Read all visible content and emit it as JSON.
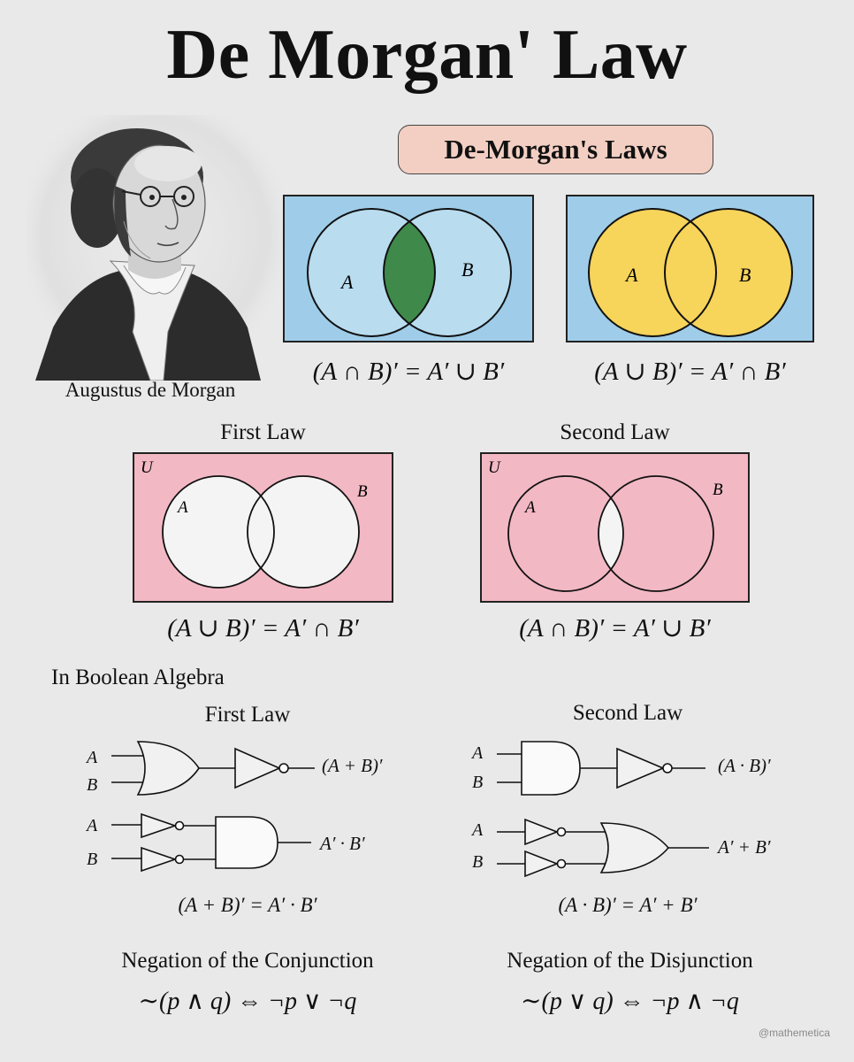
{
  "title": "De Morgan' Law",
  "laws_pill": "De-Morgan's Laws",
  "portrait": {
    "caption": "Augustus de Morgan"
  },
  "top_diagrams": [
    {
      "formula": "(A ∩ B)′ = A′ ∪ B′",
      "label_a": "A",
      "label_b": "B"
    },
    {
      "formula": "(A ∪ B)′ = A′ ∩ B′",
      "label_a": "A",
      "label_b": "B"
    }
  ],
  "set_laws": [
    {
      "heading": "First Law",
      "universe": "U",
      "label_a": "A",
      "label_b": "B",
      "formula": "(A ∪ B)′ = A′ ∩ B′"
    },
    {
      "heading": "Second Law",
      "universe": "U",
      "label_a": "A",
      "label_b": "B",
      "formula": "(A ∩ B)′ = A′ ∪ B′"
    }
  ],
  "boolean": {
    "section": "In Boolean Algebra",
    "first": {
      "heading": "First Law",
      "in_a": "A",
      "in_b": "B",
      "out_top": "(A + B)′",
      "out_bottom": "A′ · B′",
      "formula": "(A + B)′ = A′ · B′"
    },
    "second": {
      "heading": "Second Law",
      "in_a": "A",
      "in_b": "B",
      "out_top": "(A · B)′",
      "out_bottom": "A′ + B′",
      "formula": "(A · B)′ = A′ + B′"
    }
  },
  "negation": [
    {
      "heading": "Negation of the Conjunction",
      "formula": "∼(p ∧ q) ⇔ ¬p ∨ ¬q"
    },
    {
      "heading": "Negation of the Disjunction",
      "formula": "∼(p ∨ q) ⇔ ¬p ∧ ¬q"
    }
  ],
  "watermark": "@mathemetica",
  "colors": {
    "background": "#e9e9e9",
    "venn_blue": "#9fcde9",
    "venn_circle_blue": "#b9dcef",
    "intersection_green": "#3f8a4a",
    "union_yellow": "#f7d45a",
    "pink": "#f2b8c4",
    "white_fill": "#f4f4f4",
    "pill": "#f3cfc3"
  }
}
